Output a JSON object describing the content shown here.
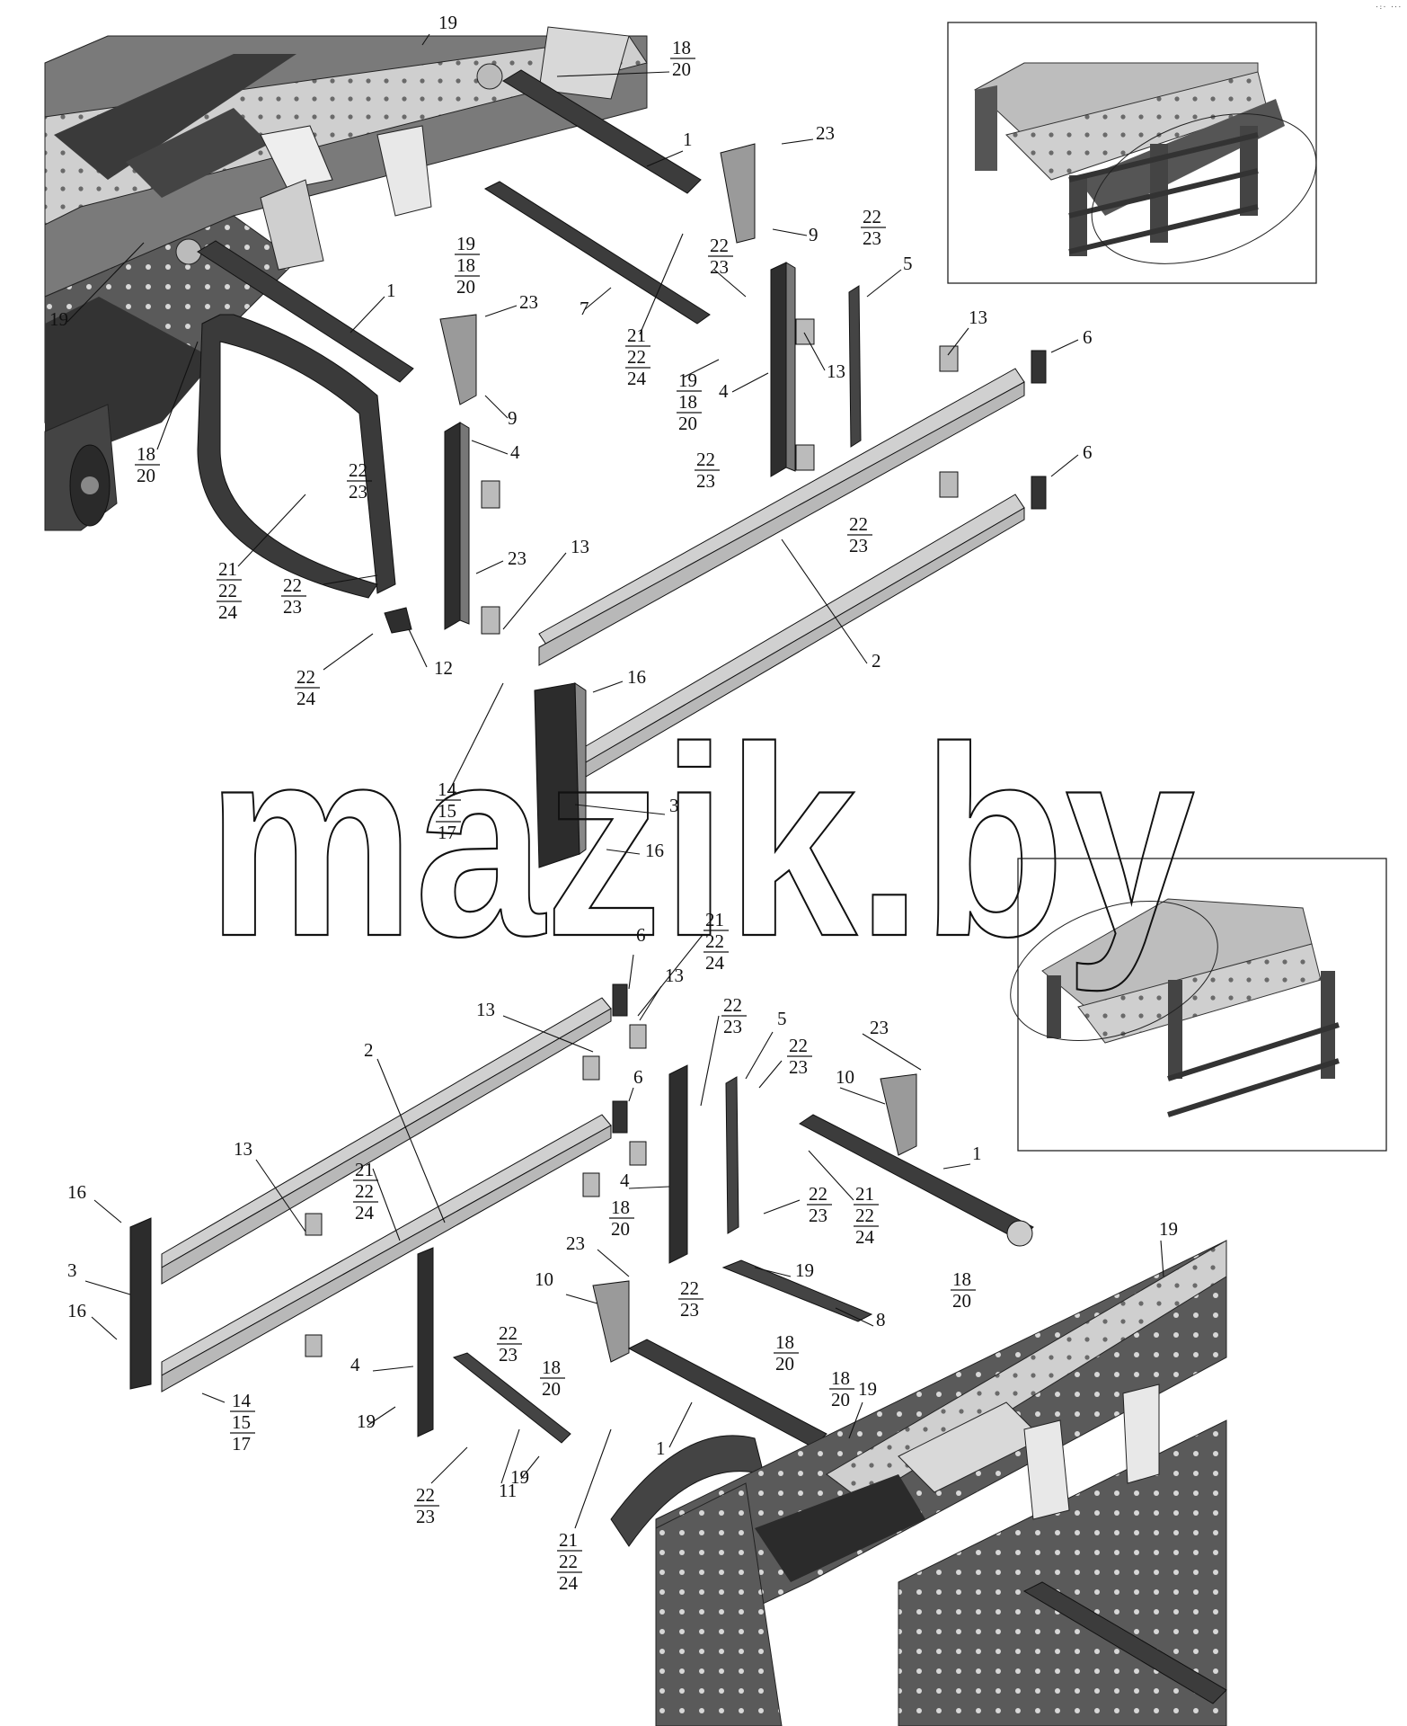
{
  "watermark": "mazik.by",
  "corner_mark": "·:· ···",
  "callouts": [
    {
      "lines": [
        "19"
      ]
    },
    {
      "lines": [
        "18",
        "20"
      ]
    },
    {
      "lines": [
        "1"
      ]
    },
    {
      "lines": [
        "23"
      ]
    },
    {
      "lines": [
        "9"
      ]
    },
    {
      "lines": [
        "22",
        "23"
      ]
    },
    {
      "lines": [
        "5"
      ]
    },
    {
      "lines": [
        "19",
        "18",
        "20"
      ]
    },
    {
      "lines": [
        "22",
        "23"
      ]
    },
    {
      "lines": [
        "7"
      ]
    },
    {
      "lines": [
        "23"
      ]
    },
    {
      "lines": [
        "1"
      ]
    },
    {
      "lines": [
        "19"
      ]
    },
    {
      "lines": [
        "21",
        "22",
        "24"
      ]
    },
    {
      "lines": [
        "19",
        "18",
        "20"
      ]
    },
    {
      "lines": [
        "4"
      ]
    },
    {
      "lines": [
        "13"
      ]
    },
    {
      "lines": [
        "13"
      ]
    },
    {
      "lines": [
        "6"
      ]
    },
    {
      "lines": [
        "9"
      ]
    },
    {
      "lines": [
        "4"
      ]
    },
    {
      "lines": [
        "22",
        "23"
      ]
    },
    {
      "lines": [
        "22",
        "23"
      ]
    },
    {
      "lines": [
        "18",
        "20"
      ]
    },
    {
      "lines": [
        "6"
      ]
    },
    {
      "lines": [
        "22",
        "23"
      ]
    },
    {
      "lines": [
        "21",
        "22",
        "24"
      ]
    },
    {
      "lines": [
        "23"
      ]
    },
    {
      "lines": [
        "13"
      ]
    },
    {
      "lines": [
        "22",
        "23"
      ]
    },
    {
      "lines": [
        "2"
      ]
    },
    {
      "lines": [
        "22",
        "24"
      ]
    },
    {
      "lines": [
        "12"
      ]
    },
    {
      "lines": [
        "16"
      ]
    },
    {
      "lines": [
        "14",
        "15",
        "17"
      ]
    },
    {
      "lines": [
        "3"
      ]
    },
    {
      "lines": [
        "16"
      ]
    },
    {
      "lines": [
        "6"
      ]
    },
    {
      "lines": [
        "21",
        "22",
        "24"
      ]
    },
    {
      "lines": [
        "13"
      ]
    },
    {
      "lines": [
        "22",
        "23"
      ]
    },
    {
      "lines": [
        "5"
      ]
    },
    {
      "lines": [
        "13"
      ]
    },
    {
      "lines": [
        "22",
        "23"
      ]
    },
    {
      "lines": [
        "23"
      ]
    },
    {
      "lines": [
        "2"
      ]
    },
    {
      "lines": [
        "6"
      ]
    },
    {
      "lines": [
        "10"
      ]
    },
    {
      "lines": [
        "13"
      ]
    },
    {
      "lines": [
        "21",
        "22",
        "24"
      ]
    },
    {
      "lines": [
        "4"
      ]
    },
    {
      "lines": [
        "22",
        "23"
      ]
    },
    {
      "lines": [
        "21",
        "22",
        "24"
      ]
    },
    {
      "lines": [
        "1"
      ]
    },
    {
      "lines": [
        "16"
      ]
    },
    {
      "lines": [
        "18",
        "20"
      ]
    },
    {
      "lines": [
        "23"
      ]
    },
    {
      "lines": [
        "3"
      ]
    },
    {
      "lines": [
        "19"
      ]
    },
    {
      "lines": [
        "19"
      ]
    },
    {
      "lines": [
        "10"
      ]
    },
    {
      "lines": [
        "22",
        "23"
      ]
    },
    {
      "lines": [
        "16"
      ]
    },
    {
      "lines": [
        "18",
        "20"
      ]
    },
    {
      "lines": [
        "8"
      ]
    },
    {
      "lines": [
        "22",
        "23"
      ]
    },
    {
      "lines": [
        "18",
        "20"
      ]
    },
    {
      "lines": [
        "4"
      ]
    },
    {
      "lines": [
        "18",
        "20"
      ]
    },
    {
      "lines": [
        "18",
        "20"
      ]
    },
    {
      "lines": [
        "14",
        "15",
        "17"
      ]
    },
    {
      "lines": [
        "19"
      ]
    },
    {
      "lines": [
        "1"
      ]
    },
    {
      "lines": [
        "19"
      ]
    },
    {
      "lines": [
        "11"
      ]
    },
    {
      "lines": [
        "19"
      ]
    },
    {
      "lines": [
        "22",
        "23"
      ]
    },
    {
      "lines": [
        "21",
        "22",
        "24"
      ]
    }
  ]
}
